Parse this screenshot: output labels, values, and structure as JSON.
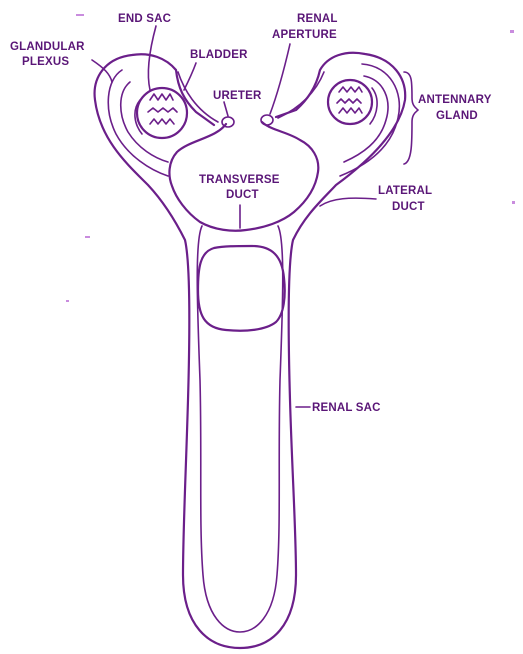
{
  "labels": {
    "end_sac": "END SAC",
    "renal_aperture": [
      "RENAL",
      "APERTURE"
    ],
    "glandular_plexus": [
      "GLANDULAR",
      "PLEXUS"
    ],
    "bladder": "BLADDER",
    "ureter": "URETER",
    "antennary_gland": [
      "ANTENNARY",
      "GLAND"
    ],
    "transverse_duct": [
      "TRANSVERSE",
      "DUCT"
    ],
    "lateral_duct": [
      "LATERAL",
      "DUCT"
    ],
    "renal_sac": "RENAL SAC"
  },
  "colors": {
    "ink": "#6b1f8a",
    "background": "#ffffff"
  }
}
